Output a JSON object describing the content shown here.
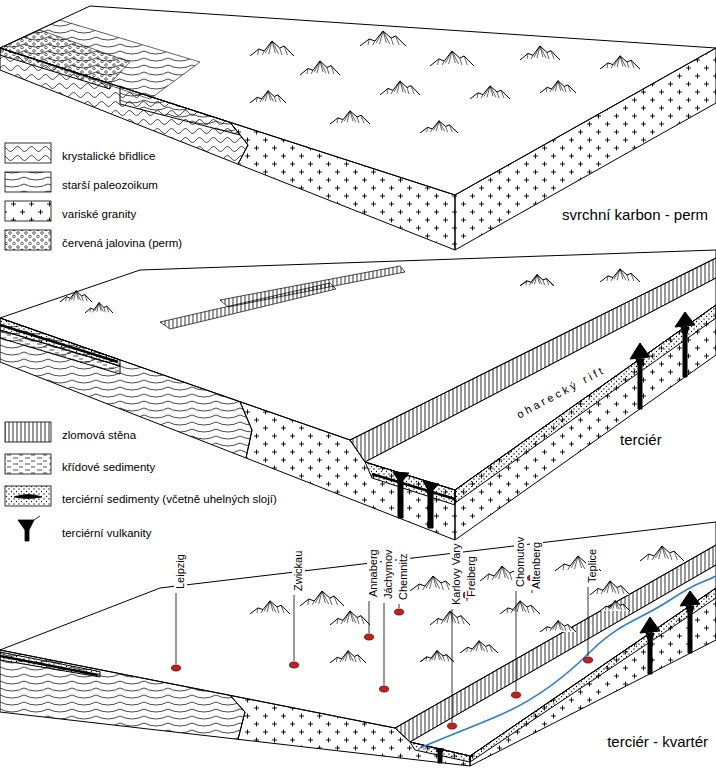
{
  "diagram": {
    "labels": [
      "svrchní karbon - perm",
      "oharecký rift",
      "terciér",
      "Leipzig",
      "Zwickau",
      "Annaberg",
      "Jáchymov",
      "Chemnitz",
      "Karlovy Vary",
      "Freiberg",
      "Chomutov",
      "Altenberg",
      "Teplice",
      "terciér - kvartér"
    ],
    "legend": [
      {
        "text": "krystalické břidlice"
      },
      {
        "text": "starší paleozoikum"
      },
      {
        "text": "variské granity"
      },
      {
        "text": "červená jalovina (perm)"
      },
      {
        "text": "zlomová stěna"
      },
      {
        "text": "křídové sedimenty"
      },
      {
        "text": "terciérní sedimenty (včetně uhelných slojí)"
      },
      {
        "text": "terciérní vulkanity"
      }
    ]
  }
}
